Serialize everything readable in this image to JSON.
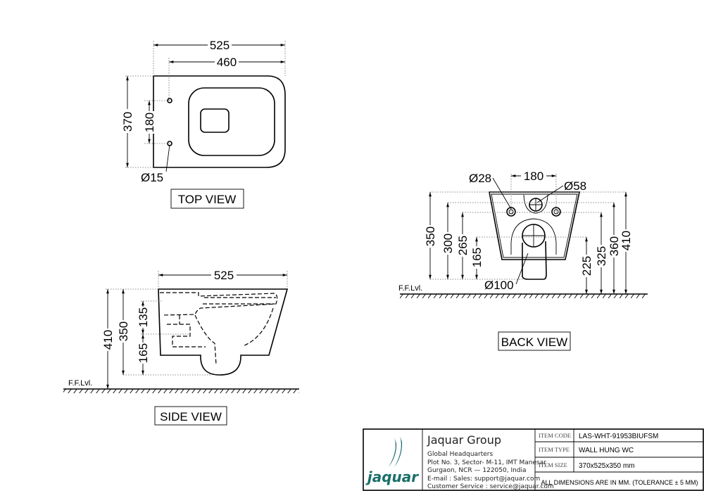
{
  "top_view": {
    "title": "TOP VIEW",
    "dims": {
      "overall_length": "525",
      "inner_length": "460",
      "width": "370",
      "hole_spacing": "180",
      "hole_dia": "Ø15"
    }
  },
  "back_view": {
    "title": "BACK VIEW",
    "floor_label": "F.F.Lvl.",
    "dims": {
      "hole_spacing": "180",
      "hole_dia": "Ø28",
      "inlet_dia": "Ø58",
      "outlet_dia": "Ø100",
      "h350": "350",
      "h300": "300",
      "h265": "265",
      "h165": "165",
      "h225": "225",
      "h325": "325",
      "h360": "360",
      "h410": "410"
    }
  },
  "side_view": {
    "title": "SIDE VIEW",
    "floor_label": "F.F.Lvl.",
    "dims": {
      "length": "525",
      "h410": "410",
      "h350": "350",
      "h135": "135",
      "h165": "165"
    }
  },
  "title_block": {
    "logo_text": "jaquar",
    "brand_color": "#1b6f6a",
    "company": "Jaquar Group",
    "address": [
      "Global Headquarters",
      "Plot No. 3, Sector- M-11, IMT Manesar",
      "Gurgaon, NCR — 122050, India",
      "E-mail :  Sales:  support@jaquar.com",
      "Customer Service :  service@jaquar.com"
    ],
    "rows": [
      {
        "label": "ITEM CODE",
        "value": "LAS-WHT-91953BIUFSM"
      },
      {
        "label": "ITEM TYPE",
        "value": "WALL HUNG WC"
      },
      {
        "label": "ITEM SIZE",
        "value": "370x525x350 mm"
      }
    ],
    "note": "ALL DIMENSIONS ARE IN MM. (TOLERANCE ± 5 MM)"
  }
}
